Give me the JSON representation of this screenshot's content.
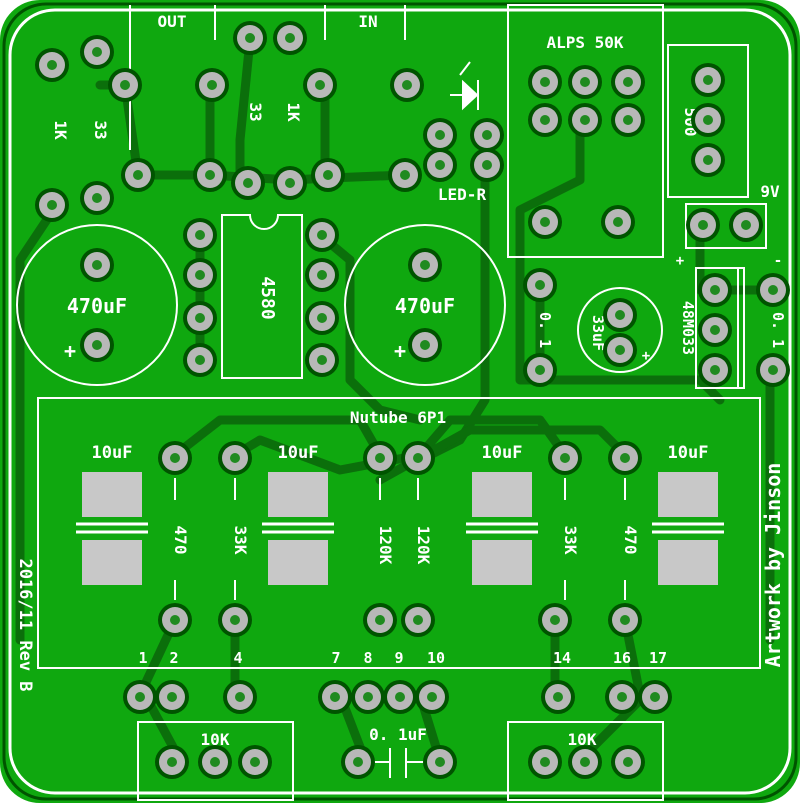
{
  "board": {
    "colors": {
      "copper": "#0fa80f",
      "dark": "#005400",
      "trace": "#0b6f0b",
      "silk": "#ffffff",
      "pad": "#b8b8b8"
    }
  },
  "labels": {
    "out": "OUT",
    "in": "IN",
    "alps": "ALPS 50K",
    "led_r": "LED-R",
    "pot500": "500",
    "nine_v": "9V",
    "chip": "4580",
    "cap_left": "470uF",
    "cap_right": "470uF",
    "cap_33": "33uF",
    "plus_sign": "+",
    "minus_sign": "-",
    "reg": "48M033",
    "c01_left": "0. 1",
    "c01_right": "0. 1",
    "nutube": "Nutube 6P1",
    "c10_a": "10uF",
    "c10_b": "10uF",
    "c10_c": "10uF",
    "c10_d": "10uF",
    "r470_a": "470",
    "r470_b": "470",
    "r33k_a": "33K",
    "r33k_b": "33K",
    "r120k_a": "120K",
    "r120k_b": "120K",
    "r1k_a": "1K",
    "r1k_b": "1K",
    "r33_a": "33",
    "r33_b": "33",
    "pin_1": "1",
    "pin_2": "2",
    "pin_4": "4",
    "pin_7": "7",
    "pin_8": "8",
    "pin_9": "9",
    "pin_10": "10",
    "pin_14": "14",
    "pin_16": "16",
    "pin_17": "17",
    "pot10k_left": "10K",
    "pot10k_right": "10K",
    "c01uf": "0. 1uF",
    "rev": "2016/11 Rev B",
    "artwork": "Artwork by Jinson"
  }
}
